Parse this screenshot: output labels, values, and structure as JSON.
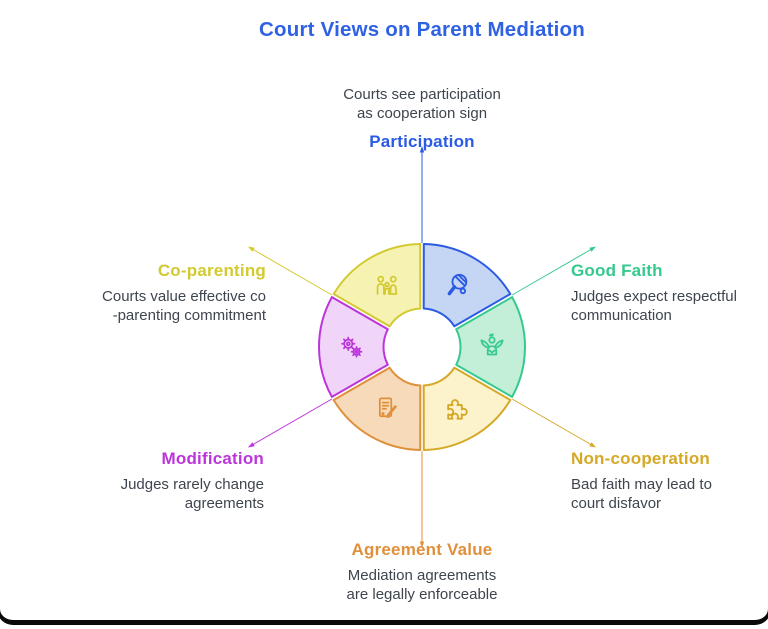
{
  "title": "Court Views on Parent Mediation",
  "colors": {
    "title": "#2f62e3",
    "body_text": "#3e454e",
    "background": "#ffffff",
    "frame": "#0a0a0a"
  },
  "segments": [
    {
      "id": "participation",
      "label": "Participation",
      "description": "Courts see participation\nas cooperation sign",
      "color": "#2b5be4",
      "fill": "#c5d5f4",
      "icon": "table-tennis-paddle-icon"
    },
    {
      "id": "good-faith",
      "label": "Good Faith",
      "description": "Judges expect respectful\ncommunication",
      "color": "#35ca8d",
      "fill": "#c3eed8",
      "icon": "winged-figure-icon"
    },
    {
      "id": "non-cooperation",
      "label": "Non-cooperation",
      "description": "Bad faith may lead to\ncourt disfavor",
      "color": "#d5a826",
      "fill": "#fcf2cc",
      "icon": "puzzle-piece-icon"
    },
    {
      "id": "agreement-value",
      "label": "Agreement Value",
      "description": "Mediation agreements\nare legally enforceable",
      "color": "#e0903a",
      "fill": "#f7dab9",
      "icon": "document-pencil-icon"
    },
    {
      "id": "modification",
      "label": "Modification",
      "description": "Judges rarely change\nagreements",
      "color": "#bc35da",
      "fill": "#f1d5f8",
      "icon": "gears-icon"
    },
    {
      "id": "co-parenting",
      "label": "Co-parenting",
      "description": "Courts value effective co\n-parenting commitment",
      "color": "#d2ca30",
      "fill": "#f6f3b2",
      "icon": "family-icon"
    }
  ]
}
